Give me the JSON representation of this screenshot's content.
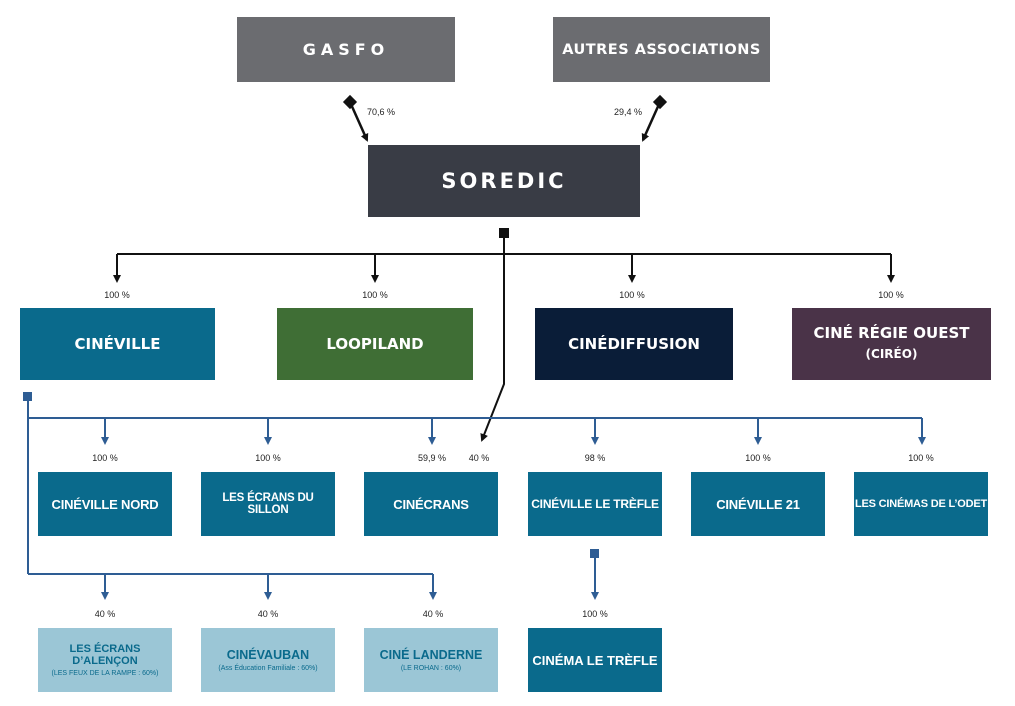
{
  "top": {
    "gasfo": "GASFO",
    "autres": "AUTRES ASSOCIATIONS",
    "gasfo_pct": "70,6 %",
    "autres_pct": "29,4 %"
  },
  "center": {
    "soredic": "SOREDIC"
  },
  "row2": {
    "cineville": "CINÉVILLE",
    "loopiland": "LOOPILAND",
    "cinediffusion": "CINÉDIFFUSION",
    "cireo_line1": "CINÉ RÉGIE OUEST",
    "cireo_line2": "(CIRÉO)",
    "pct_cineville": "100 %",
    "pct_loopiland": "100 %",
    "pct_cinediffusion": "100 %",
    "pct_cireo": "100 %"
  },
  "row3": {
    "cineville_nord": "CINÉVILLE NORD",
    "ecrans_sillon": "LES ÉCRANS DU SILLON",
    "cinecrans": "CINÉCRANS",
    "cineville_trefle": "CINÉVILLE LE TRÈFLE",
    "cineville21": "CINÉVILLE 21",
    "cinemas_odet": "LES CINÉMAS DE L’ODET",
    "pct_nord": "100 %",
    "pct_sillon": "100 %",
    "pct_cinecrans_cineville": "59,9 %",
    "pct_cinecrans_soredic": "40 %",
    "pct_trefle": "98 %",
    "pct_21": "100 %",
    "pct_odet": "100 %"
  },
  "row4": {
    "alencon": "LES ÉCRANS D’ALENÇON",
    "alencon_sub": "(LES FEUX DE LA RAMPE : 60%)",
    "cinevauban": "CINÉVAUBAN",
    "cinevauban_sub": "(Ass Éducation Familiale : 60%)",
    "landerne": "CINÉ LANDERNE",
    "landerne_sub": "(LE ROHAN : 60%)",
    "cinema_trefle": "CINÉMA LE TRÈFLE",
    "pct_alencon": "40 %",
    "pct_cinevauban": "40 %",
    "pct_landerne": "40 %",
    "pct_cinema_trefle": "100 %"
  },
  "colors": {
    "grey": "#6b6c70",
    "soredic": "#393c45",
    "teal": "#0a6a8c",
    "green": "#3f6e35",
    "navy": "#0a1d38",
    "plum": "#4a3348",
    "light_blue": "#9bc6d6",
    "line_black": "#111111",
    "line_blue": "#2e5d94"
  }
}
